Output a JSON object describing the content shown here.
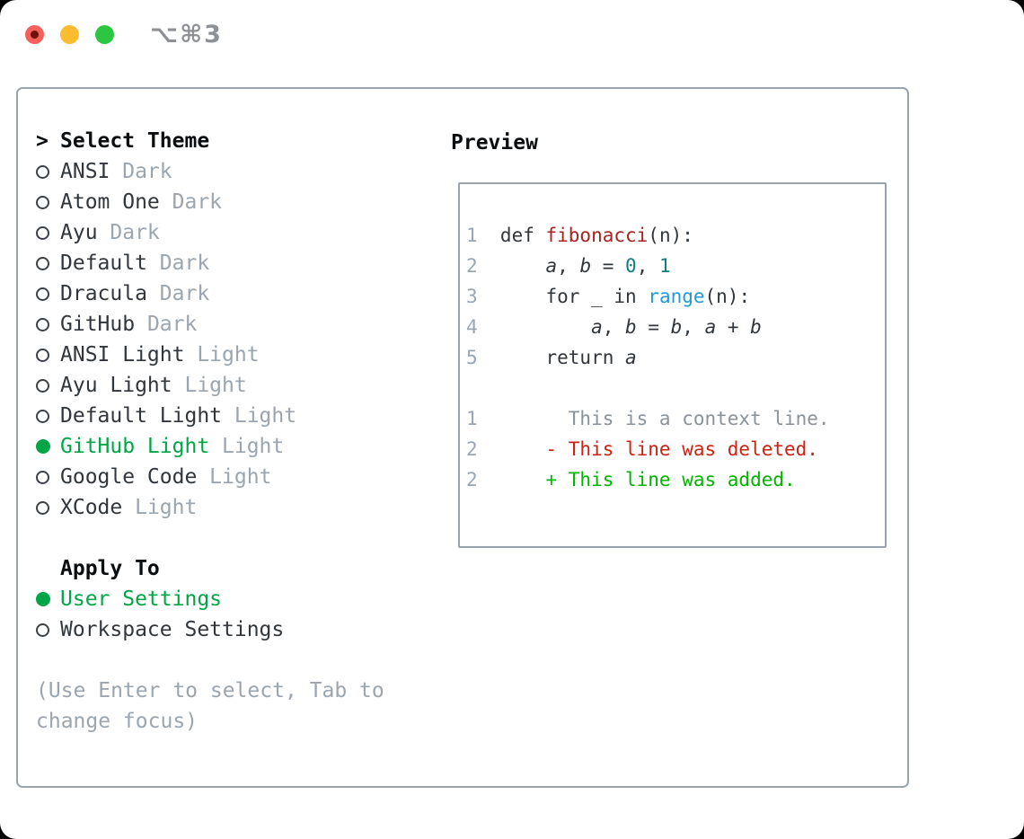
{
  "window": {
    "shortcut": "⌥⌘3"
  },
  "theme_list": {
    "prompt": ">",
    "header": "Select Theme",
    "items": [
      {
        "name": "ANSI",
        "variant": "Dark",
        "selected": false
      },
      {
        "name": "Atom One",
        "variant": "Dark",
        "selected": false
      },
      {
        "name": "Ayu",
        "variant": "Dark",
        "selected": false
      },
      {
        "name": "Default",
        "variant": "Dark",
        "selected": false
      },
      {
        "name": "Dracula",
        "variant": "Dark",
        "selected": false
      },
      {
        "name": "GitHub",
        "variant": "Dark",
        "selected": false
      },
      {
        "name": "ANSI Light",
        "variant": "Light",
        "selected": false
      },
      {
        "name": "Ayu Light",
        "variant": "Light",
        "selected": false
      },
      {
        "name": "Default Light",
        "variant": "Light",
        "selected": false
      },
      {
        "name": "GitHub Light",
        "variant": "Light",
        "selected": true
      },
      {
        "name": "Google Code",
        "variant": "Light",
        "selected": false
      },
      {
        "name": "XCode",
        "variant": "Light",
        "selected": false
      }
    ]
  },
  "apply_to": {
    "header": "Apply To",
    "options": [
      {
        "name": "User Settings",
        "selected": true
      },
      {
        "name": "Workspace Settings",
        "selected": false
      }
    ]
  },
  "hint": "(Use Enter to select, Tab to change focus)",
  "preview": {
    "header": "Preview",
    "lines": [
      {
        "num": "1",
        "tokens": [
          {
            "t": "  def ",
            "c": "text"
          },
          {
            "t": "fibonacci",
            "c": "function"
          },
          {
            "t": "(n):",
            "c": "text"
          }
        ]
      },
      {
        "num": "2",
        "tokens": [
          {
            "t": "      ",
            "c": "text"
          },
          {
            "t": "a",
            "c": "var"
          },
          {
            "t": ", ",
            "c": "text"
          },
          {
            "t": "b",
            "c": "var"
          },
          {
            "t": " = ",
            "c": "text"
          },
          {
            "t": "0",
            "c": "number"
          },
          {
            "t": ", ",
            "c": "text"
          },
          {
            "t": "1",
            "c": "number"
          }
        ]
      },
      {
        "num": "3",
        "tokens": [
          {
            "t": "      for _ in ",
            "c": "text"
          },
          {
            "t": "range",
            "c": "builtin"
          },
          {
            "t": "(n):",
            "c": "text"
          }
        ]
      },
      {
        "num": "4",
        "tokens": [
          {
            "t": "          ",
            "c": "text"
          },
          {
            "t": "a",
            "c": "var"
          },
          {
            "t": ", ",
            "c": "text"
          },
          {
            "t": "b",
            "c": "var"
          },
          {
            "t": " = ",
            "c": "text"
          },
          {
            "t": "b",
            "c": "var"
          },
          {
            "t": ", ",
            "c": "text"
          },
          {
            "t": "a",
            "c": "var"
          },
          {
            "t": " + ",
            "c": "text"
          },
          {
            "t": "b",
            "c": "var"
          }
        ]
      },
      {
        "num": "5",
        "tokens": [
          {
            "t": "      return ",
            "c": "text"
          },
          {
            "t": "a",
            "c": "var"
          }
        ]
      },
      {
        "num": "",
        "tokens": []
      },
      {
        "num": "1",
        "tokens": [
          {
            "t": "        This is a context line.",
            "c": "context"
          }
        ]
      },
      {
        "num": "2",
        "tokens": [
          {
            "t": "      - This line was deleted.",
            "c": "deleted"
          }
        ]
      },
      {
        "num": "2",
        "tokens": [
          {
            "t": "      + This line was added.",
            "c": "added"
          }
        ]
      }
    ]
  },
  "colors": {
    "accent_green": "#00a546",
    "added_green": "#00b400",
    "deleted_red": "#cd2114",
    "function_red": "#a82320",
    "number_teal": "#0c7e84",
    "builtin_blue": "#1e9ad6",
    "text_primary": "#30363c",
    "heading_black": "#0b0e11",
    "muted_gray": "#9ba5af",
    "line_number_gray": "#9aa5b3",
    "context_gray": "#8a929b",
    "panel_border": "#9aa4ae",
    "box_border": "#98a2ac",
    "light_red": "#f4615d",
    "light_red_dot": "#701209",
    "light_yellow": "#fbbc2f",
    "light_green": "#2cc640",
    "shortcut_gray": "#8d9196"
  }
}
